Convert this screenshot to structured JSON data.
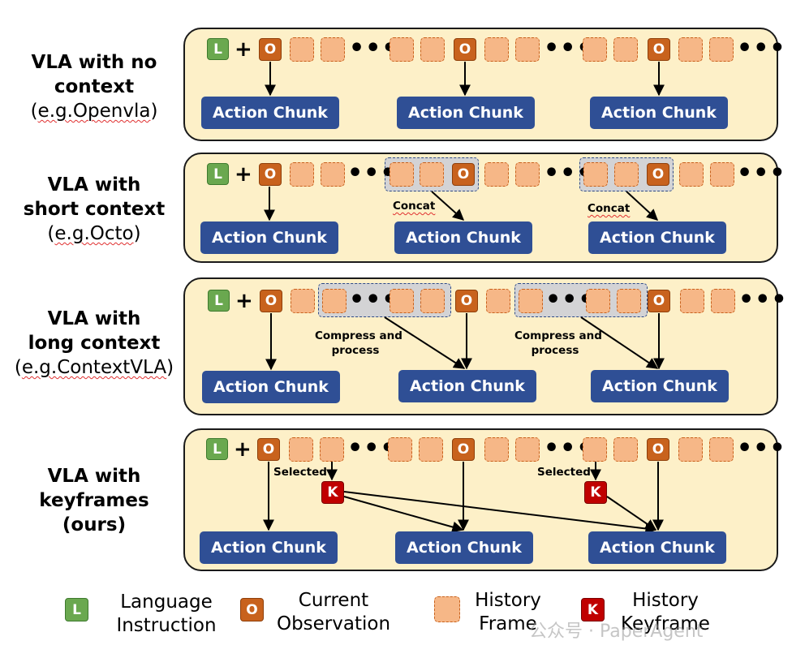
{
  "colors": {
    "panel_bg": "#fdf0c8",
    "language": "#6aa84f",
    "observation": "#c8621d",
    "history": "#f6b787",
    "keyframe": "#c00000",
    "action": "#2f4f95",
    "group": "#d3d3d5"
  },
  "glyphs": {
    "L": "L",
    "O": "O",
    "K": "K",
    "plus": "+",
    "dots": "•••"
  },
  "rows": [
    {
      "label1": "VLA with no",
      "label2": "context",
      "example": "(e.g.Openvla)",
      "example_pre": "(",
      "example_sq": "e.g.Openvla",
      "example_post": ")"
    },
    {
      "label1": "VLA with",
      "label2": "short context",
      "example": "(e.g.Octo)",
      "example_pre": "(",
      "example_sq": "e.g.Octo",
      "example_post": ")"
    },
    {
      "label1": "VLA with",
      "label2": "long context",
      "example": "(e.g.ContextVLA)",
      "example_pre": "(",
      "example_sq": "e.g.ContextVLA",
      "example_post": ")"
    },
    {
      "label1": "VLA with",
      "label2": "keyframes",
      "example": "(ours)"
    }
  ],
  "action_chunk": "Action Chunk",
  "notes": {
    "concat": "Concat",
    "compress1": "Compress and",
    "compress2": "process",
    "selected": "Selected"
  },
  "legend": {
    "language1": "Language",
    "language2": "Instruction",
    "observation1": "Current",
    "observation2": "Observation",
    "history1": "History",
    "history2": "Frame",
    "keyframe1": "History",
    "keyframe2": "Keyframe"
  },
  "watermark": "公众号 · PaperAgent"
}
